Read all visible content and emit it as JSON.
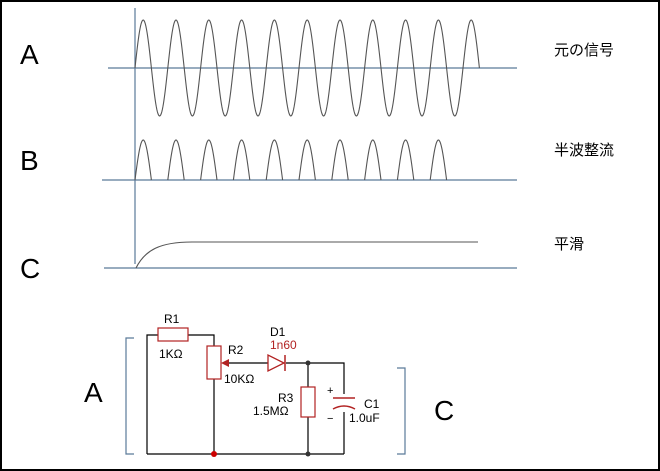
{
  "waveforms": {
    "a": {
      "letter": "A",
      "label": "元の信号"
    },
    "b": {
      "letter": "B",
      "label": "半波整流"
    },
    "c": {
      "letter": "C",
      "label": "平滑"
    }
  },
  "circuit": {
    "input_letter": "A",
    "output_letter": "C",
    "r1": {
      "name": "R1",
      "value": "1KΩ"
    },
    "r2": {
      "name": "R2",
      "value": "10KΩ"
    },
    "d1": {
      "name": "D1",
      "value": "1n60"
    },
    "r3": {
      "name": "R3",
      "value": "1.5MΩ"
    },
    "c1": {
      "name": "C1",
      "value": "1.0uF"
    }
  },
  "colors": {
    "axis": "#5b7a99",
    "wave": "#555555",
    "wire": "#000000",
    "component": "#b22222"
  }
}
